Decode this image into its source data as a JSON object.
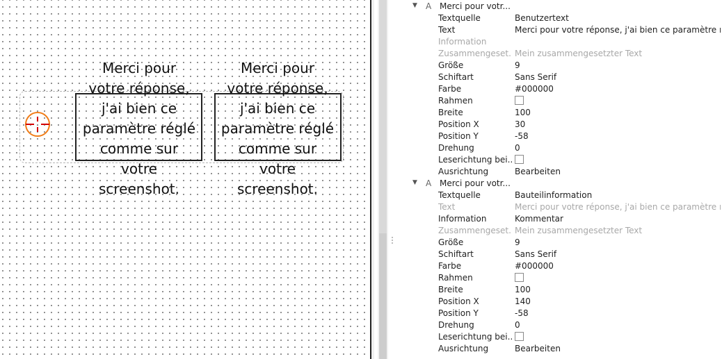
{
  "canvas": {
    "text_block_lines": [
      "Merci pour",
      "votre réponse,",
      "j'ai bien ce",
      "paramètre réglé",
      "comme sur",
      "votre",
      "screenshot."
    ]
  },
  "properties": {
    "groups": [
      {
        "title": "Merci pour votr...",
        "rows": [
          {
            "key": "Textquelle",
            "value": "Benutzertext",
            "disabled": false
          },
          {
            "key": "Text",
            "value": "Merci pour votre réponse, j'ai bien ce paramètre ré...",
            "disabled": false
          },
          {
            "key": "Information",
            "value": "",
            "disabled": true
          },
          {
            "key": "Zusammengeset...",
            "value": "Mein zusammengesetzter Text",
            "disabled": true
          },
          {
            "key": "Größe",
            "value": "9",
            "disabled": false
          },
          {
            "key": "Schiftart",
            "value": "Sans Serif",
            "disabled": false
          },
          {
            "key": "Farbe",
            "value": "#000000",
            "disabled": false
          },
          {
            "key": "Rahmen",
            "value": "",
            "checkbox": true,
            "disabled": false
          },
          {
            "key": "Breite",
            "value": "100",
            "disabled": false
          },
          {
            "key": "Position X",
            "value": "30",
            "disabled": false
          },
          {
            "key": "Position Y",
            "value": "-58",
            "disabled": false
          },
          {
            "key": "Drehung",
            "value": "0",
            "disabled": false
          },
          {
            "key": "Leserichtung bei...",
            "value": "",
            "checkbox": true,
            "disabled": false
          },
          {
            "key": "Ausrichtung",
            "value": "Bearbeiten",
            "disabled": false
          }
        ]
      },
      {
        "title": "Merci pour votr...",
        "rows": [
          {
            "key": "Textquelle",
            "value": "Bauteilinformation",
            "disabled": false
          },
          {
            "key": "Text",
            "value": "Merci pour votre réponse, j'ai bien ce paramètre ré...",
            "disabled": true
          },
          {
            "key": "Information",
            "value": "Kommentar",
            "disabled": false
          },
          {
            "key": "Zusammengeset...",
            "value": "Mein zusammengesetzter Text",
            "disabled": true
          },
          {
            "key": "Größe",
            "value": "9",
            "disabled": false
          },
          {
            "key": "Schiftart",
            "value": "Sans Serif",
            "disabled": false
          },
          {
            "key": "Farbe",
            "value": "#000000",
            "disabled": false
          },
          {
            "key": "Rahmen",
            "value": "",
            "checkbox": true,
            "disabled": false
          },
          {
            "key": "Breite",
            "value": "100",
            "disabled": false
          },
          {
            "key": "Position X",
            "value": "140",
            "disabled": false
          },
          {
            "key": "Position Y",
            "value": "-58",
            "disabled": false
          },
          {
            "key": "Drehung",
            "value": "0",
            "disabled": false
          },
          {
            "key": "Leserichtung bei...",
            "value": "",
            "checkbox": true,
            "disabled": false
          },
          {
            "key": "Ausrichtung",
            "value": "Bearbeiten",
            "disabled": false
          }
        ]
      }
    ]
  },
  "colors": {
    "crosshair_ring": "#f07c17",
    "crosshair_mark": "#d40000",
    "frame": "#222222"
  }
}
